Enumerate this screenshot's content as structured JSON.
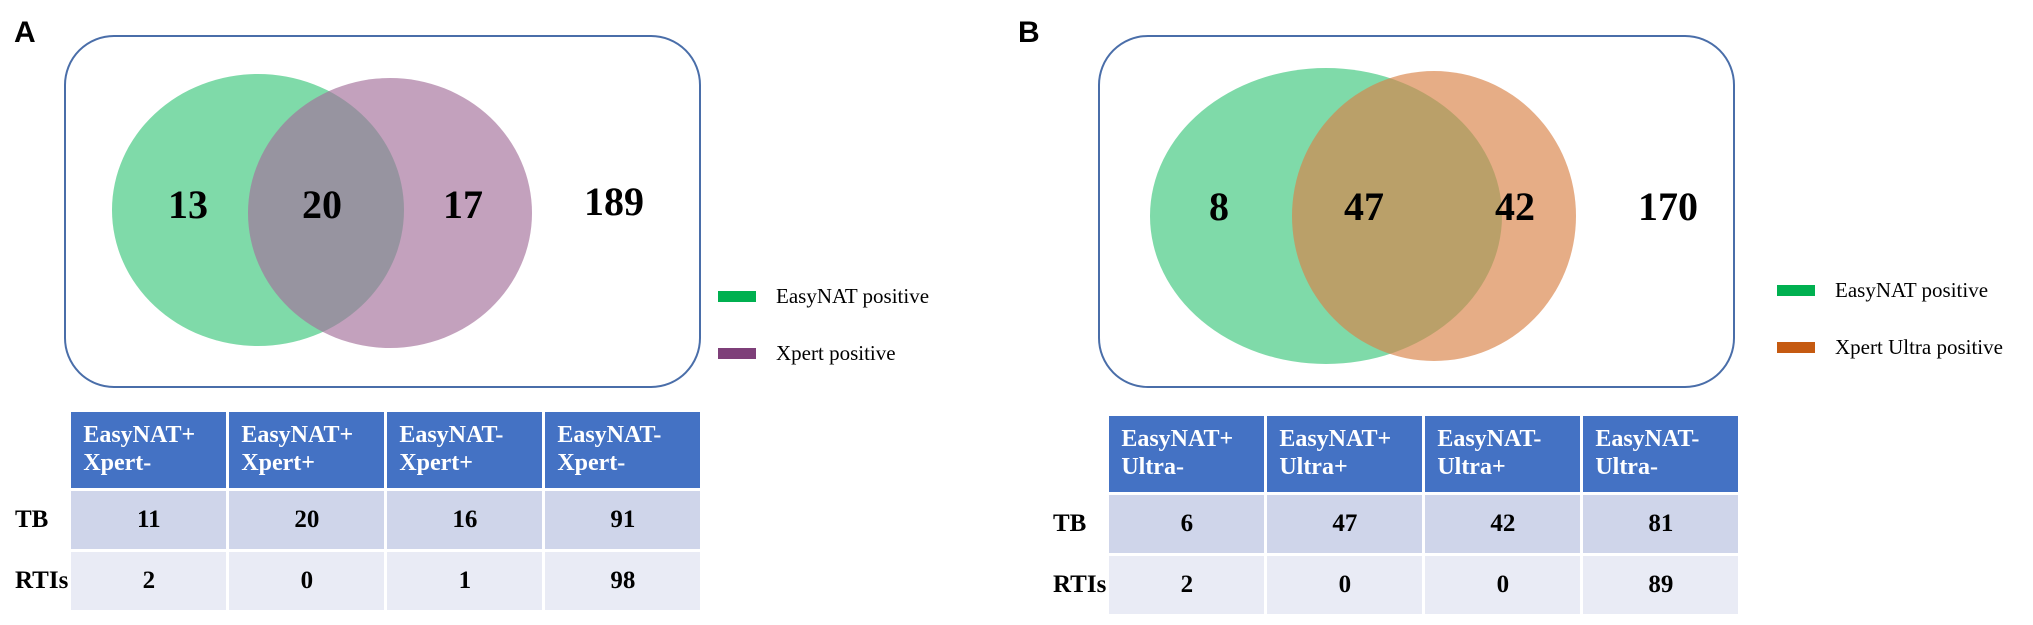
{
  "panels": [
    {
      "letter": "A",
      "venn": {
        "left_only": "13",
        "both": "20",
        "right_only": "17",
        "neither": "189",
        "left_color": "#5bcf91",
        "right_color": "#a4709b"
      },
      "legend": [
        {
          "label": "EasyNAT positive",
          "color": "#00b050"
        },
        {
          "label": "Xpert positive",
          "color": "#7e3f79"
        }
      ],
      "table": {
        "headers": [
          [
            "EasyNAT+",
            "Xpert-"
          ],
          [
            "EasyNAT+",
            "Xpert+"
          ],
          [
            "EasyNAT-",
            "Xpert+"
          ],
          [
            "EasyNAT-",
            "Xpert-"
          ]
        ],
        "rows": [
          {
            "label": "TB",
            "values": [
              "11",
              "20",
              "16",
              "91"
            ]
          },
          {
            "label": "RTIs",
            "values": [
              "2",
              "0",
              "1",
              "98"
            ]
          }
        ]
      }
    },
    {
      "letter": "B",
      "venn": {
        "left_only": "8",
        "both": "47",
        "right_only": "42",
        "neither": "170",
        "left_color": "#5bcf91",
        "right_color": "#d98247"
      },
      "legend": [
        {
          "label": "EasyNAT positive",
          "color": "#00b050"
        },
        {
          "label": "Xpert Ultra positive",
          "color": "#c55a11"
        }
      ],
      "table": {
        "headers": [
          [
            "EasyNAT+",
            "Ultra-"
          ],
          [
            "EasyNAT+",
            "Ultra+"
          ],
          [
            "EasyNAT-",
            "Ultra+"
          ],
          [
            "EasyNAT-",
            "Ultra-"
          ]
        ],
        "rows": [
          {
            "label": "TB",
            "values": [
              "6",
              "47",
              "42",
              "81"
            ]
          },
          {
            "label": "RTIs",
            "values": [
              "2",
              "0",
              "0",
              "89"
            ]
          }
        ]
      }
    }
  ]
}
